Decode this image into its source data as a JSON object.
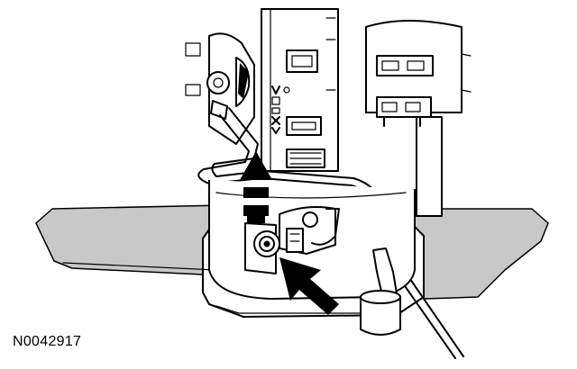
{
  "figure": {
    "reference_code": "N0042917"
  },
  "arrows": [
    {
      "name": "upward-removal-arrow",
      "color": "#000000"
    },
    {
      "name": "diagonal-pointer-arrow",
      "color": "#000000"
    }
  ],
  "colors": {
    "line": "#000000",
    "background": "#ffffff",
    "shade": "#c8c8c8"
  }
}
